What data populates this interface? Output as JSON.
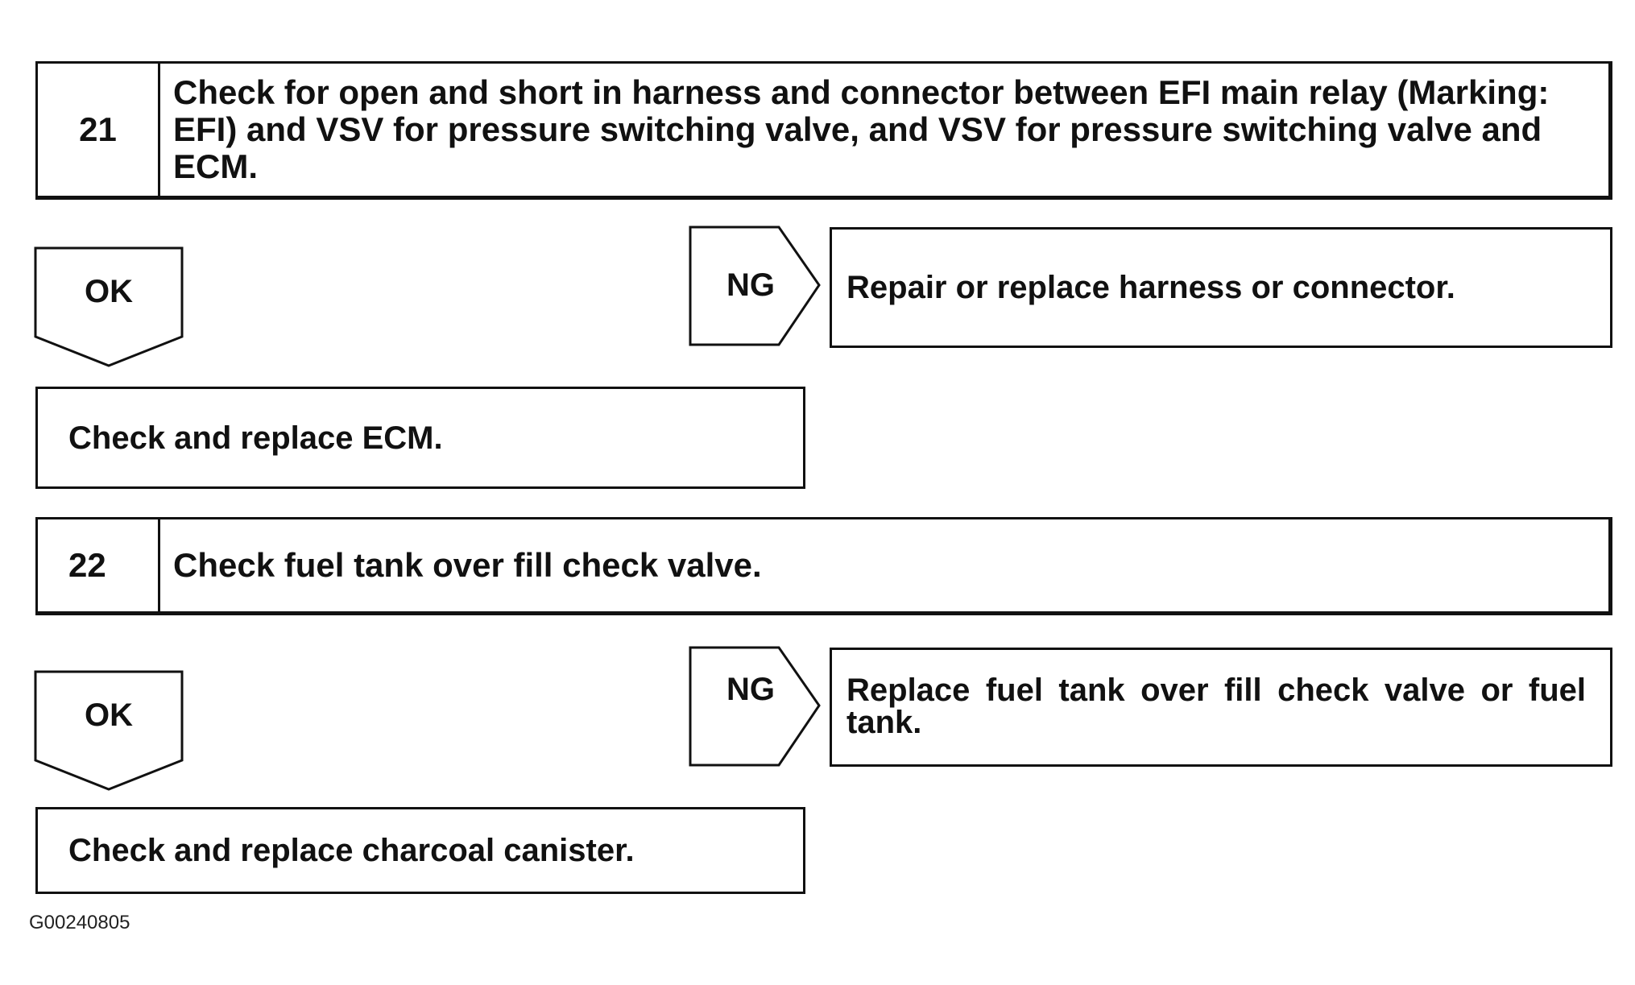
{
  "steps": [
    {
      "number": "21",
      "text": "Check for open and short in harness and connector between EFI main relay (Marking: EFI) and VSV for pressure switching valve, and VSV for pressure switching valve and ECM.",
      "ok_label": "OK",
      "ok_result": "Check and replace ECM.",
      "ng_label": "NG",
      "ng_result": "Repair or replace harness or connector."
    },
    {
      "number": "22",
      "text": "Check fuel tank over fill check valve.",
      "ok_label": "OK",
      "ok_result": "Check and replace charcoal canister.",
      "ng_label": "NG",
      "ng_result": "Replace fuel tank over fill check valve or fuel tank."
    }
  ],
  "figure_id": "G00240805"
}
